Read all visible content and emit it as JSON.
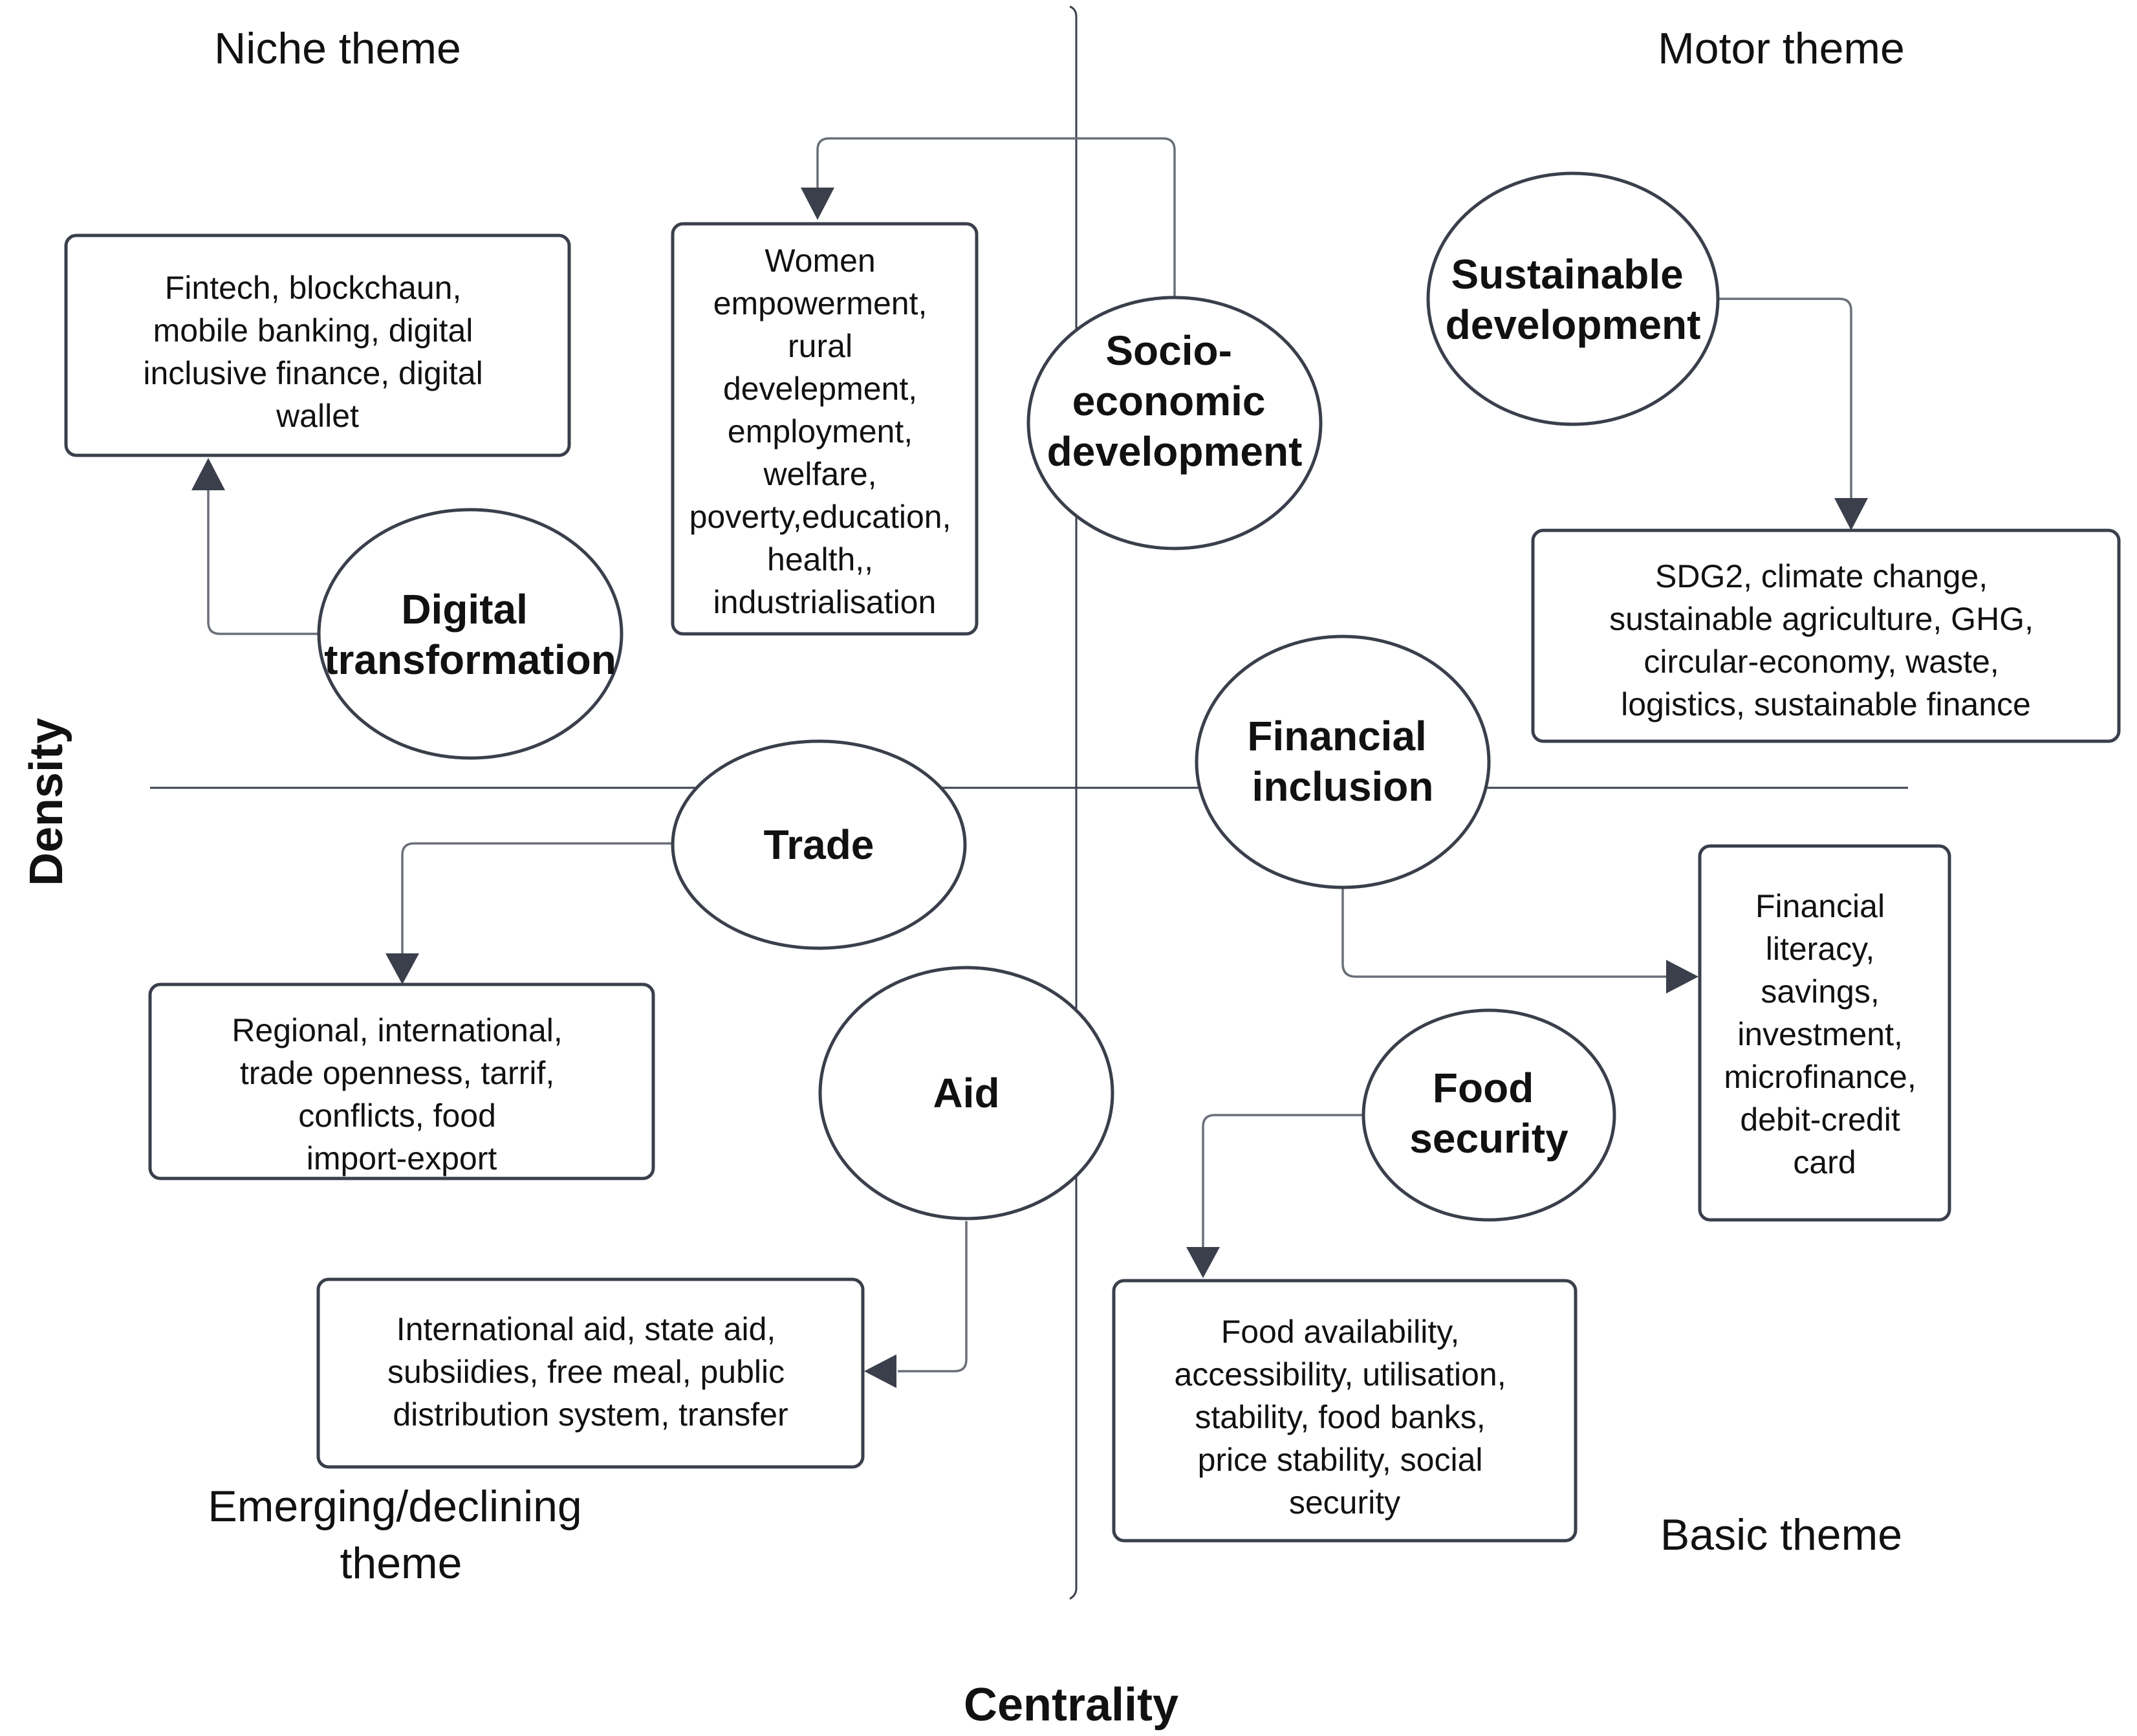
{
  "axes": {
    "x_label": "Centrality",
    "y_label": "Density"
  },
  "quadrants": {
    "top_left": "Niche theme",
    "top_right": "Motor theme",
    "bottom_left": [
      "Emerging/declining",
      "theme"
    ],
    "bottom_right": "Basic theme"
  },
  "themes": {
    "digital_transformation": {
      "name": [
        "Digital",
        "transformation"
      ],
      "keywords": [
        "Fintech, blockchaun,",
        "mobile banking, digital",
        "inclusive finance, digital",
        "wallet"
      ]
    },
    "socio_economic_development": {
      "name": [
        "Socio-",
        "economic",
        "development"
      ],
      "keywords": [
        "Women",
        "empowerment,",
        "rural",
        "develepment,",
        "employment,",
        "welfare,",
        "poverty,education,",
        "health,,",
        "industrialisation"
      ]
    },
    "sustainable_development": {
      "name": [
        "Sustainable",
        "development"
      ],
      "keywords": [
        "SDG2, climate change,",
        "sustainable agriculture, GHG,",
        "circular-economy, waste,",
        "logistics, sustainable finance"
      ]
    },
    "financial_inclusion": {
      "name": [
        "Financial",
        "inclusion"
      ],
      "keywords": [
        "Financial",
        "literacy,",
        "savings,",
        "investment,",
        "microfinance,",
        "debit-credit",
        "card"
      ]
    },
    "trade": {
      "name": [
        "Trade"
      ],
      "keywords": [
        "Regional, international,",
        "trade openness, tarrif,",
        "conflicts, food",
        "import-export"
      ]
    },
    "aid": {
      "name": [
        "Aid"
      ],
      "keywords": [
        "International aid, state aid,",
        "subsiidies, free meal, public",
        "distribution system, transfer"
      ]
    },
    "food_security": {
      "name": [
        "Food",
        "security"
      ],
      "keywords": [
        "Food availability,",
        "accessibility, utilisation,",
        "stability, food banks,",
        "price stability, social",
        "security"
      ]
    }
  }
}
